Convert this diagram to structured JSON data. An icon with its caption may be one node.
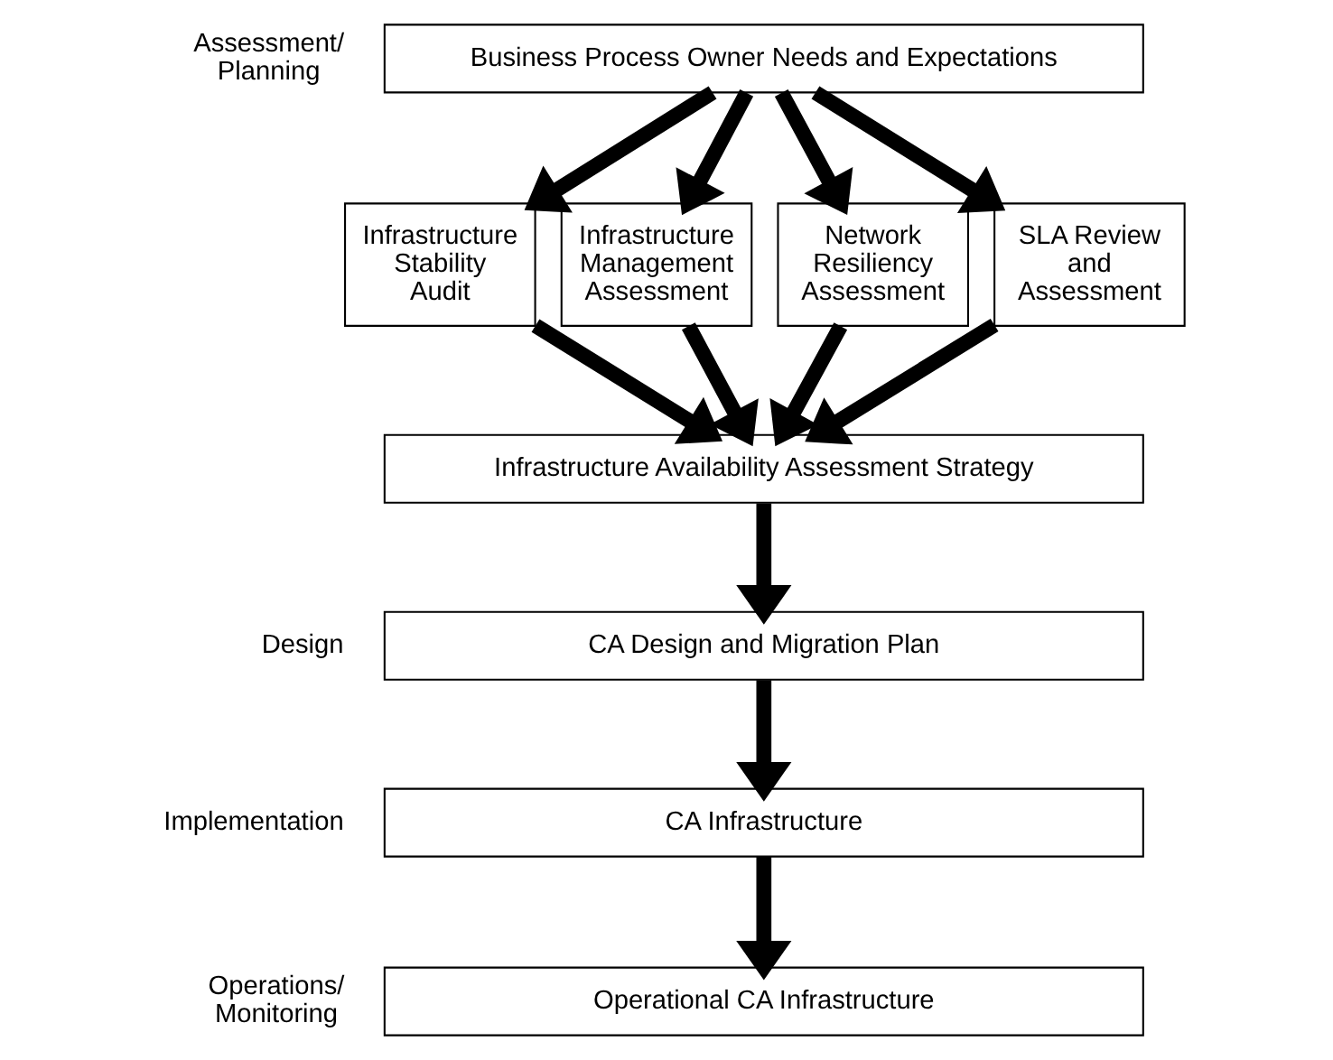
{
  "diagram": {
    "nodes": [
      {
        "text": [
          "Business Process Owner Needs and Expectations"
        ],
        "beside": [
          "Assessment/ Planning"
        ]
      },
      {
        "text": [
          "Infrastructure Stability Audit"
        ]
      },
      {
        "text": [
          "Infrastructure Management Assessment"
        ]
      },
      {
        "text": [
          "Network Resiliency Assessment"
        ]
      },
      {
        "text": [
          "SLA Review and Assessment"
        ]
      },
      {
        "text": [
          "Infrastructure Availability Assessment Strategy"
        ]
      },
      {
        "text": [
          "CA Design and Migration Plan"
        ],
        "beside": [
          "Design"
        ]
      },
      {
        "text": [
          "CA Infrastructure"
        ],
        "beside": [
          "Implementation"
        ]
      },
      {
        "text": [
          "Operational CA Infrastructure"
        ],
        "beside": [
          "Operations/ Monitoring"
        ]
      }
    ],
    "edges": [
      {
        "from": 0,
        "to": 1,
        "arrow": "to"
      },
      {
        "from": 0,
        "to": 2,
        "arrow": "to"
      },
      {
        "from": 0,
        "to": 3,
        "arrow": "to"
      },
      {
        "from": 0,
        "to": 4,
        "arrow": "to"
      },
      {
        "from": 1,
        "to": 5,
        "arrow": "to"
      },
      {
        "from": 2,
        "to": 5,
        "arrow": "to"
      },
      {
        "from": 3,
        "to": 5,
        "arrow": "to"
      },
      {
        "from": 4,
        "to": 5,
        "arrow": "to"
      },
      {
        "from": 5,
        "to": 6,
        "arrow": "to"
      },
      {
        "from": 6,
        "to": 7,
        "arrow": "to"
      },
      {
        "from": 7,
        "to": 8,
        "arrow": "to"
      }
    ]
  }
}
